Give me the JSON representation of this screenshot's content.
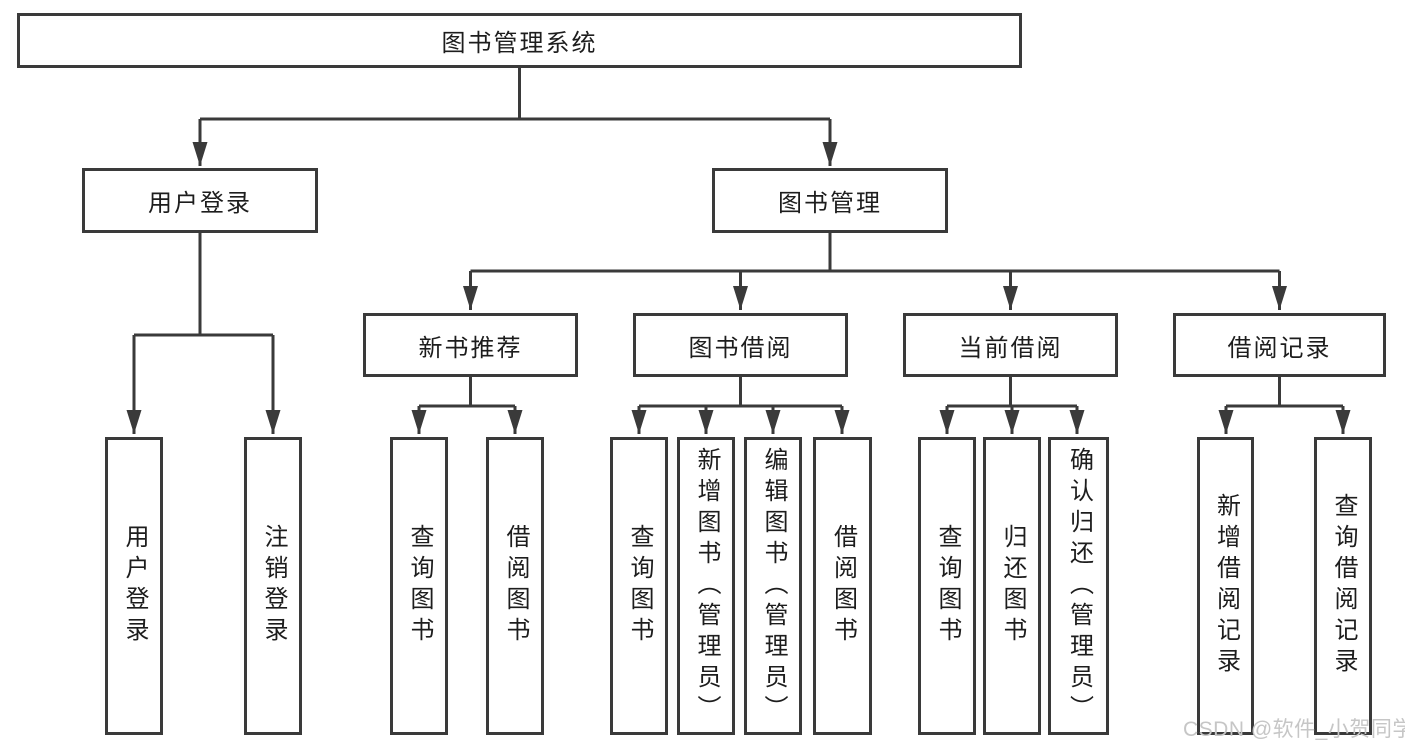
{
  "diagram": {
    "root": "图书管理系统",
    "user_login": {
      "label": "用户登录",
      "leaves": [
        "用户登录",
        "注销登录"
      ]
    },
    "book_mgmt": {
      "label": "图书管理",
      "sections": {
        "new_book": {
          "label": "新书推荐",
          "leaves": [
            "查询图书",
            "借阅图书"
          ]
        },
        "borrow": {
          "label": "图书借阅",
          "leaves": [
            "查询图书",
            "新增图书（管理员）",
            "编辑图书（管理员）",
            "借阅图书"
          ]
        },
        "current": {
          "label": "当前借阅",
          "leaves": [
            "查询图书",
            "归还图书",
            "确认归还（管理员）"
          ]
        },
        "records": {
          "label": "借阅记录",
          "leaves": [
            "新增借阅记录",
            "查询借阅记录"
          ]
        }
      }
    }
  },
  "watermark": "CSDN @软件_小贺同学",
  "colors": {
    "line": "#3a3a3a",
    "text": "#1d1d1d",
    "watermark": "#c6c6c6",
    "background": "#ffffff"
  }
}
